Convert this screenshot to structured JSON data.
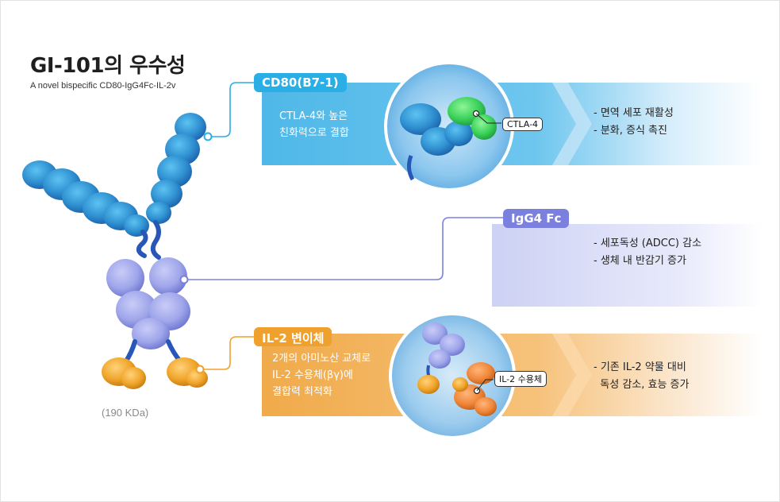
{
  "header": {
    "title": "GI-101의 우수성",
    "subtitle": "A novel bispecific CD80-IgG4Fc-IL-2v",
    "weight": "(190 KDa)"
  },
  "sections": {
    "cd80": {
      "label": "CD80(B7-1)",
      "desc": [
        "CTLA-4와 높은",
        "친화력으로 결합"
      ],
      "tag": "CTLA-4",
      "effects": [
        "- 면역 세포 재활성",
        "- 분화, 증식 촉진"
      ]
    },
    "igg": {
      "label": "IgG4 Fc",
      "effects": [
        "- 세포독성 (ADCC) 감소",
        "- 생체 내 반감기 증가"
      ]
    },
    "il2": {
      "label": "IL-2 변이체",
      "desc": [
        "2개의 아미노산 교체로",
        "IL-2 수용체(βγ)에",
        "결합력 최적화"
      ],
      "tag": "IL-2 수용체",
      "effects": [
        "- 기존 IL-2 약물 대비",
        "  독성 감소, 효능 증가"
      ]
    }
  },
  "colors": {
    "cd80_accent": "#2aaee6",
    "igg_accent": "#7b80de",
    "il2_accent": "#f0a02c",
    "protein_blue": "#2f8fd0",
    "protein_lavender": "#9fa6ea",
    "protein_orange": "#f0a52a",
    "ctla4_green": "#3bd15a"
  }
}
